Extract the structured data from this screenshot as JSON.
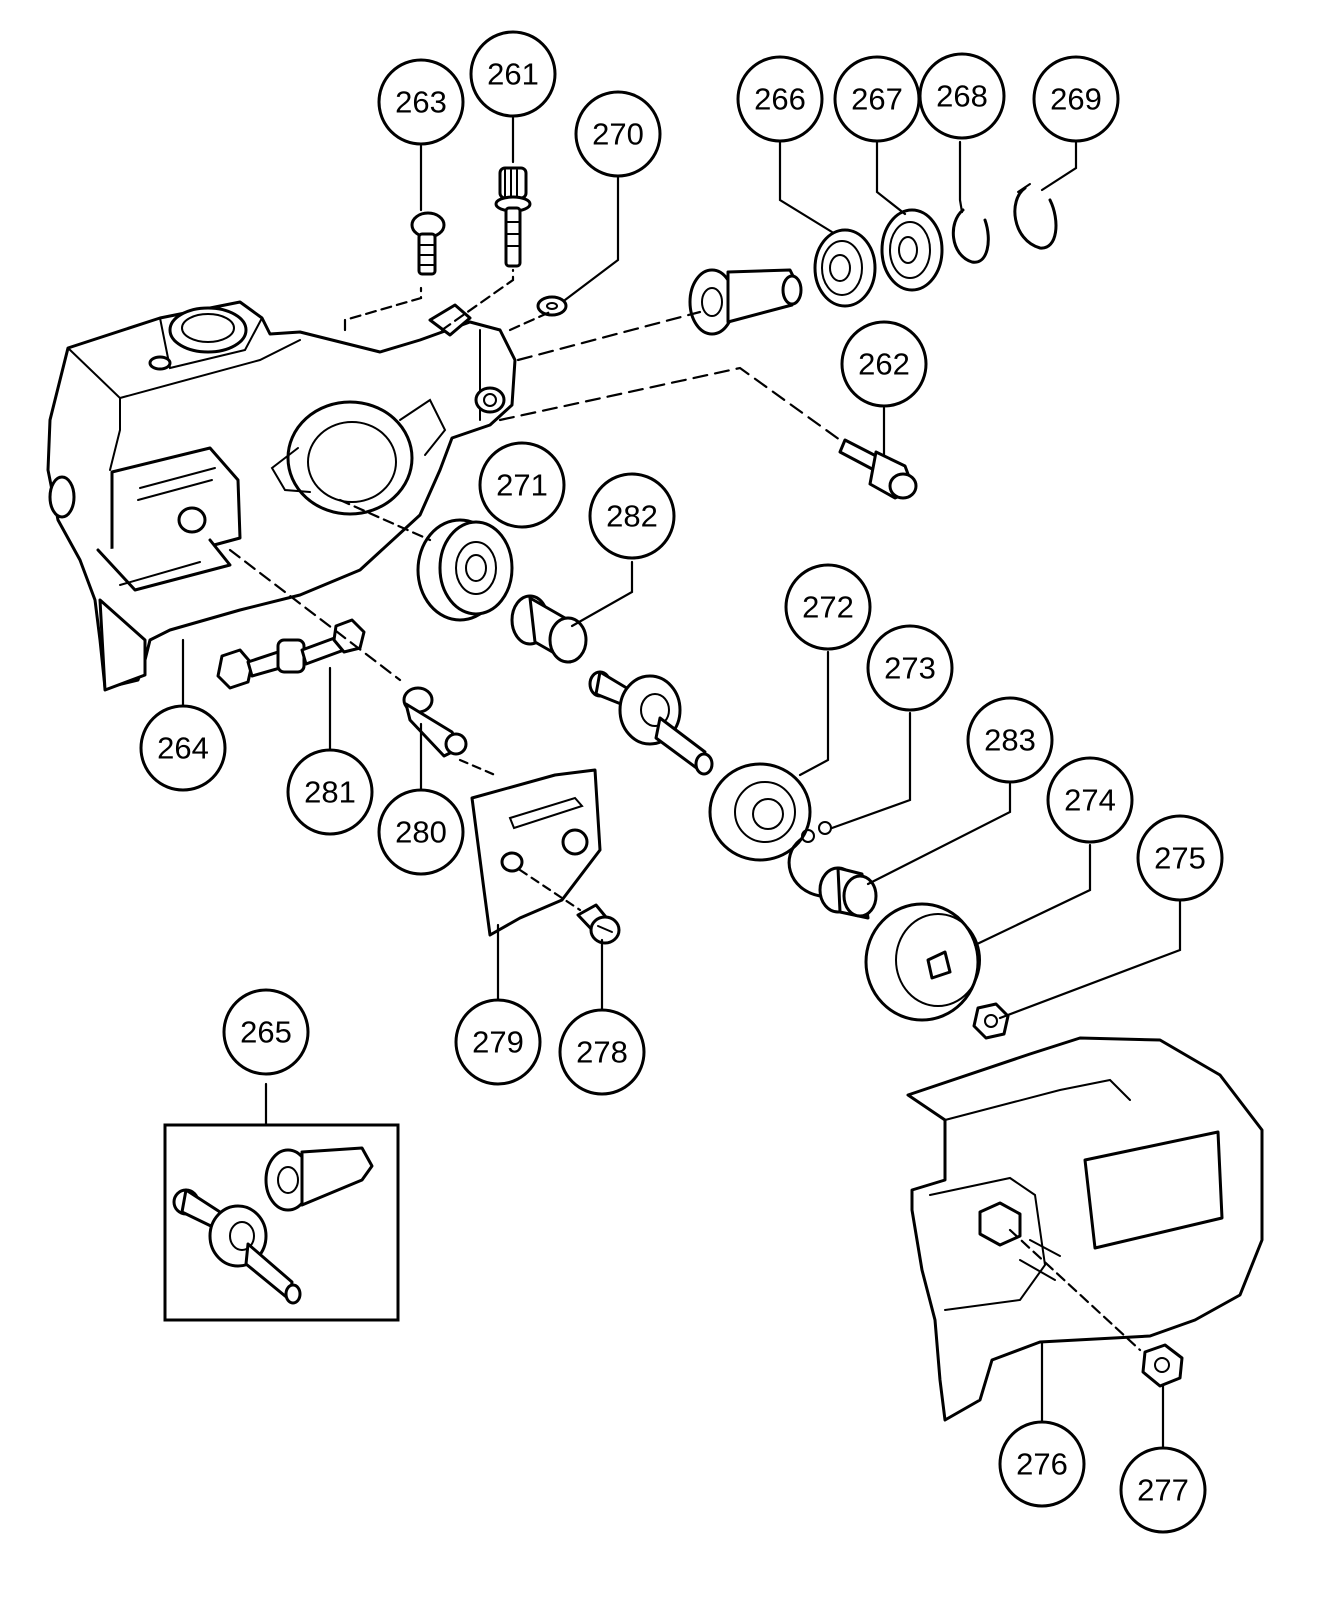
{
  "diagram": {
    "type": "exploded-parts-diagram",
    "callouts": [
      {
        "id": "c263",
        "text": "263"
      },
      {
        "id": "c261",
        "text": "261"
      },
      {
        "id": "c270",
        "text": "270"
      },
      {
        "id": "c266",
        "text": "266"
      },
      {
        "id": "c267",
        "text": "267"
      },
      {
        "id": "c268",
        "text": "268"
      },
      {
        "id": "c269",
        "text": "269"
      },
      {
        "id": "c262",
        "text": "262"
      },
      {
        "id": "c271",
        "text": "271"
      },
      {
        "id": "c282",
        "text": "282"
      },
      {
        "id": "c272",
        "text": "272"
      },
      {
        "id": "c273",
        "text": "273"
      },
      {
        "id": "c283",
        "text": "283"
      },
      {
        "id": "c274",
        "text": "274"
      },
      {
        "id": "c275",
        "text": "275"
      },
      {
        "id": "c264",
        "text": "264"
      },
      {
        "id": "c281",
        "text": "281"
      },
      {
        "id": "c280",
        "text": "280"
      },
      {
        "id": "c279",
        "text": "279"
      },
      {
        "id": "c278",
        "text": "278"
      },
      {
        "id": "c265",
        "text": "265"
      },
      {
        "id": "c276",
        "text": "276"
      },
      {
        "id": "c277",
        "text": "277"
      }
    ]
  }
}
